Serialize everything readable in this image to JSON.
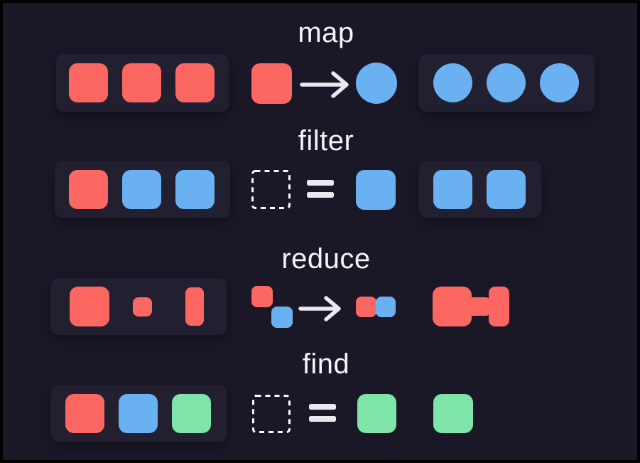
{
  "theme": {
    "background": "#1a1726",
    "frame_border": "#000000",
    "tray_background": "#221f30",
    "red": "#fd6762",
    "blue": "#6ab1f2",
    "green": "#7ee4a7",
    "title_text": "#f5f4f7",
    "operator_gray": "#e9e8ee",
    "dashed_outline": "#ffffff"
  },
  "rows": [
    {
      "label": "map",
      "input_shapes": [
        "red-square",
        "red-square",
        "red-square"
      ],
      "operation": "red-square arrow-right blue-circle",
      "output_shapes": [
        "blue-circle",
        "blue-circle",
        "blue-circle"
      ]
    },
    {
      "label": "filter",
      "input_shapes": [
        "red-square",
        "blue-square",
        "blue-square"
      ],
      "operation": "dashed-placeholder equals blue-square",
      "output_shapes": [
        "blue-square",
        "blue-square"
      ]
    },
    {
      "label": "reduce",
      "input_shapes": [
        "red-square-large",
        "red-square-small",
        "red-rect-tall"
      ],
      "operation": "red-square plus blue-square arrow-right red-blue-pair",
      "output_shapes": [
        "red-merged-dumbbell-shape"
      ]
    },
    {
      "label": "find",
      "input_shapes": [
        "red-square",
        "blue-square",
        "green-square"
      ],
      "operation": "dashed-placeholder equals green-square",
      "output_shapes": [
        "green-square"
      ]
    }
  ]
}
